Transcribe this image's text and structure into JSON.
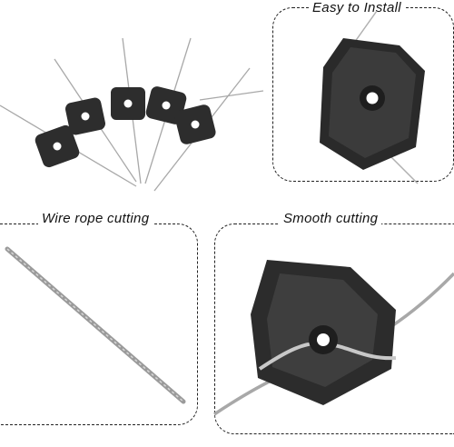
{
  "captions": {
    "easy_install": "Easy to Install",
    "wire_rope_cutting": "Wire rope cutting",
    "smooth_cutting": "Smooth cutting"
  },
  "colors": {
    "clip_body": "#2a2a2a",
    "clip_highlight": "#4a4a4a",
    "wire": "#9a9a9a",
    "frame": "#222222"
  },
  "icons": {
    "product": "wire-clip-group",
    "detail": "clip-closeup"
  }
}
